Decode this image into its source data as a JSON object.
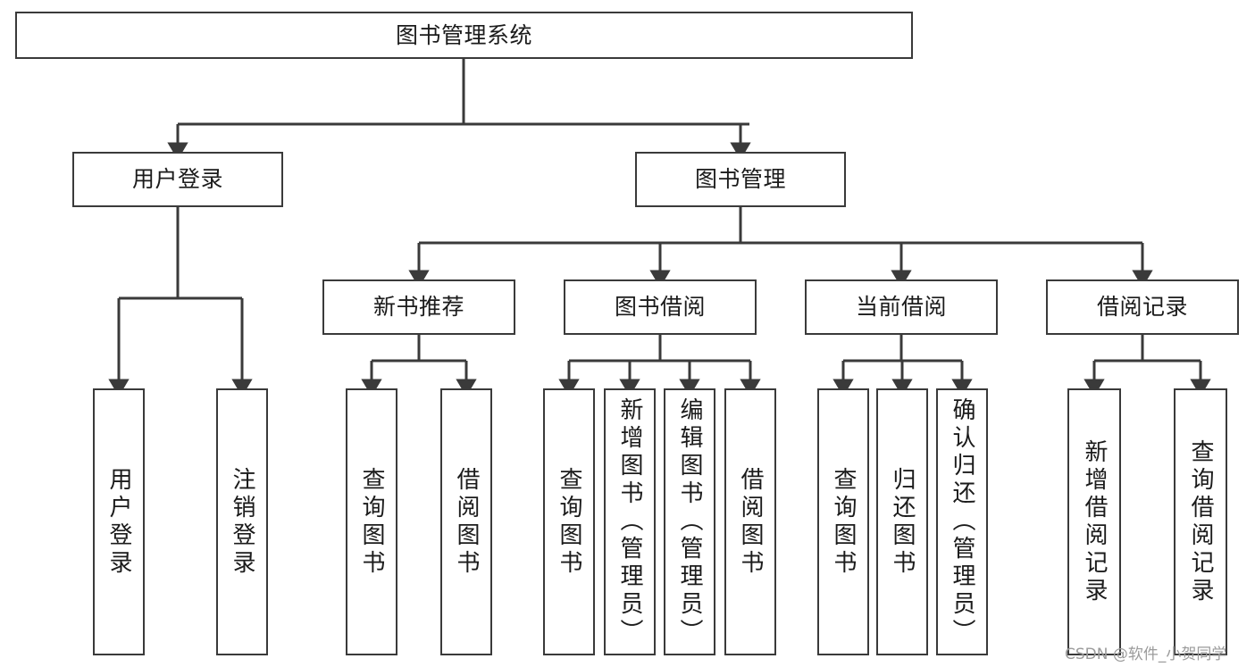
{
  "diagram": {
    "title": "图书管理系统",
    "type": "hierarchy-tree",
    "stroke_color": "#3a3a3a",
    "text_color": "#1b1b1b",
    "background_color": "#ffffff"
  },
  "nodes": {
    "root": {
      "label": "图书管理系统"
    },
    "level2": [
      {
        "label": "用户登录"
      },
      {
        "label": "图书管理"
      }
    ],
    "level3": [
      {
        "label": "新书推荐"
      },
      {
        "label": "图书借阅"
      },
      {
        "label": "当前借阅"
      },
      {
        "label": "借阅记录"
      }
    ],
    "leaves": {
      "user_login": [
        {
          "label": "用户登录"
        },
        {
          "label": "注销登录"
        }
      ],
      "new_book_recommend": [
        {
          "label": "查询图书"
        },
        {
          "label": "借阅图书"
        }
      ],
      "book_borrow": [
        {
          "label": "查询图书"
        },
        {
          "label": "新增图书（管理员）"
        },
        {
          "label": "编辑图书（管理员）"
        },
        {
          "label": "借阅图书"
        }
      ],
      "current_borrow": [
        {
          "label": "查询图书"
        },
        {
          "label": "归还图书"
        },
        {
          "label": "确认归还（管理员）"
        }
      ],
      "borrow_record": [
        {
          "label": "新增借阅记录"
        },
        {
          "label": "查询借阅记录"
        }
      ]
    }
  },
  "watermark": {
    "text": "CSDN @软件_小贺同学"
  }
}
